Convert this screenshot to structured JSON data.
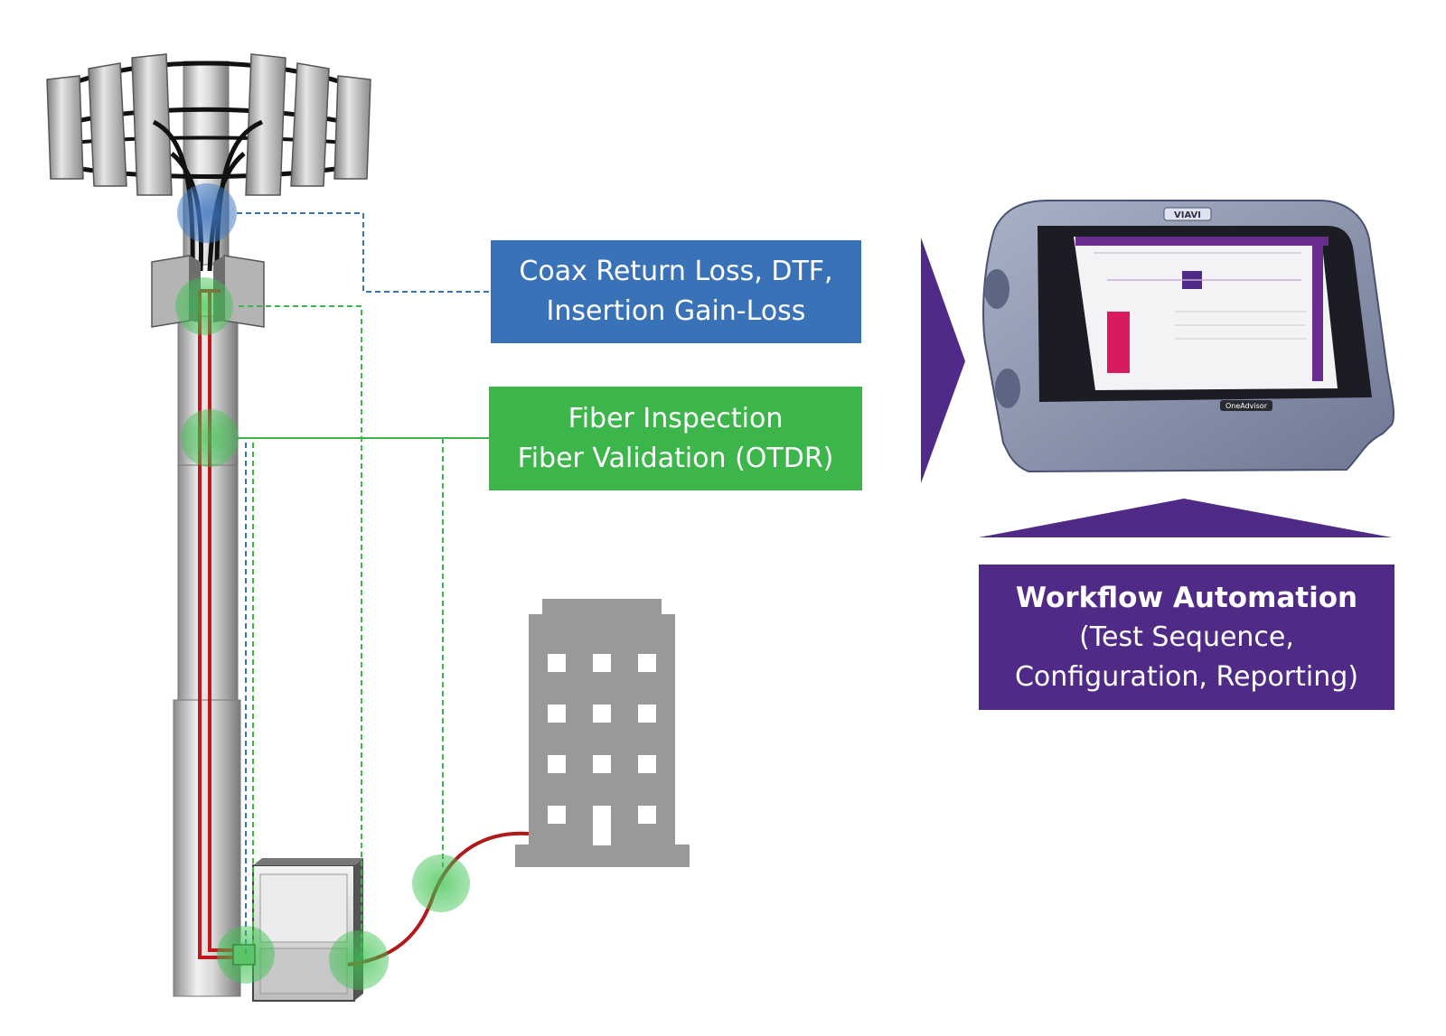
{
  "labels": {
    "coax": [
      "Coax Return Loss, DTF,",
      "Insertion Gain-Loss"
    ],
    "fiber": [
      "Fiber Inspection",
      "Fiber Validation (OTDR)"
    ],
    "workflow": {
      "title": "Workflow Automation",
      "lines": [
        "(Test Sequence,",
        "Configuration, Reporting)"
      ]
    }
  },
  "device": {
    "brand": "VIAVI",
    "model": "OneAdvisor"
  },
  "colors": {
    "coax_blue": "#3a72b8",
    "fiber_green": "#3cb54a",
    "workflow_purple": "#4f2a87",
    "cable_red": "#c0161c",
    "building_gray": "#999999"
  }
}
